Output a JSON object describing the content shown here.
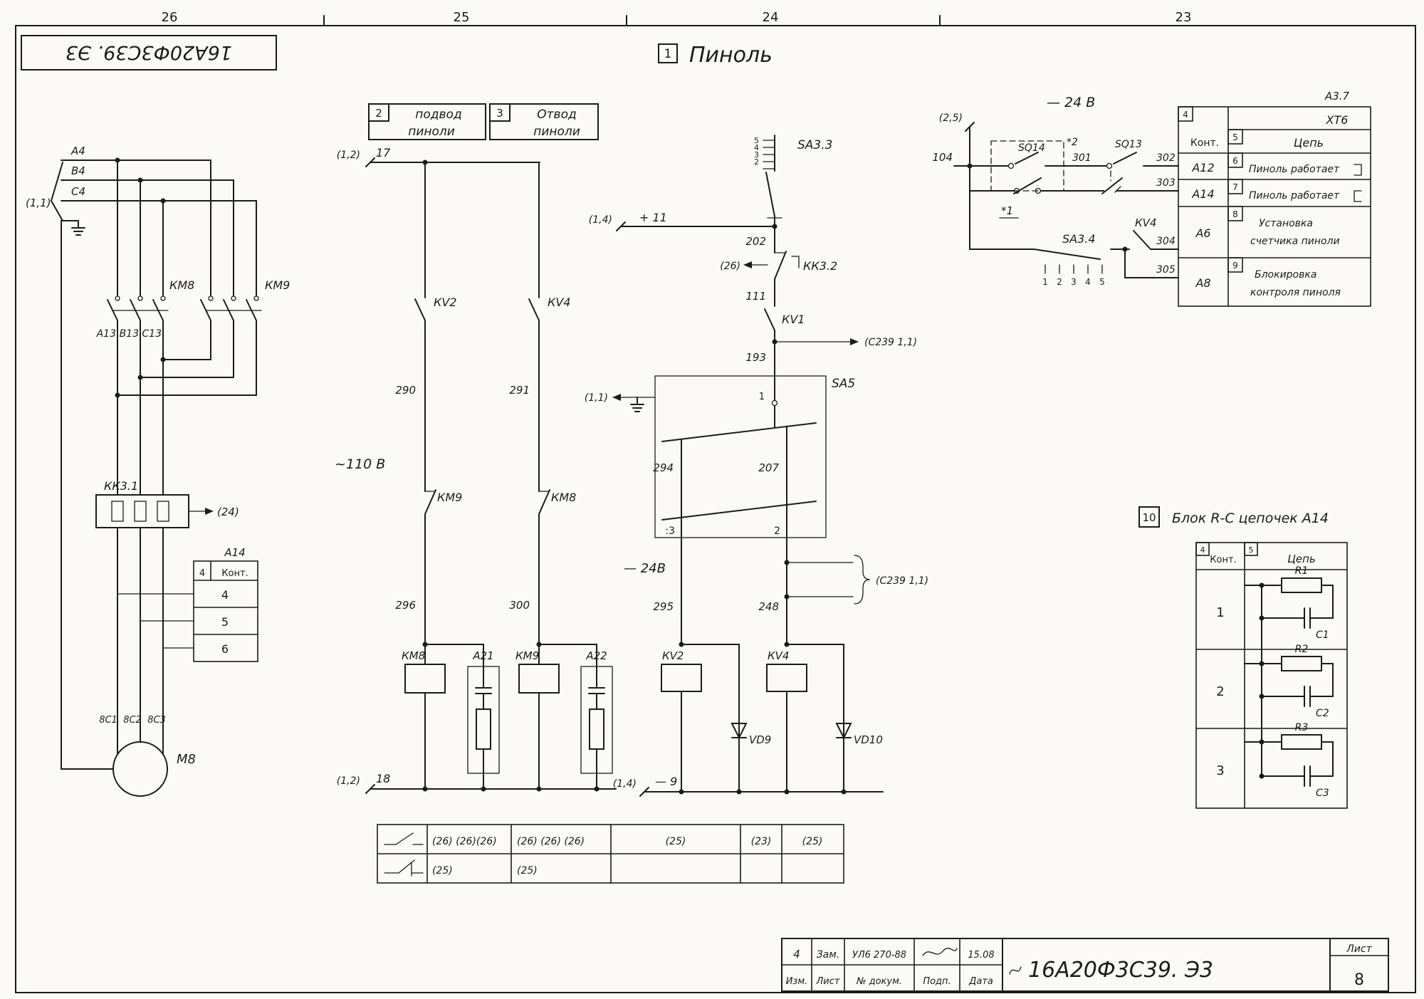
{
  "sheet": {
    "colors": {
      "paper": "#fbfaf6",
      "ink": "#1b1b1b"
    },
    "columns": {
      "c26": "26",
      "c25": "25",
      "c24": "24",
      "c23": "23"
    },
    "stamp_code": "16А20Ф3С39. Э3",
    "section_num": "1",
    "section_title": "Пиноль"
  },
  "left": {
    "ref_src": "(1,1)",
    "ph_a": "А4",
    "ph_b": "В4",
    "ph_c": "С4",
    "km8": "КМ8",
    "km9": "КМ9",
    "w_a13": "А13",
    "w_b13": "В13",
    "w_c13": "С13",
    "kk31": "КК3.1",
    "ref24": "(24)",
    "conn": {
      "name": "А14",
      "hdr_num": "4",
      "hdr": "Конт.",
      "p4": "4",
      "p5": "5",
      "p6": "6"
    },
    "t8c1": "8С1",
    "t8c2": "8С2",
    "t8c3": "8С3",
    "motor": "М8"
  },
  "middle": {
    "sec2": {
      "num": "2",
      "l1": "подвод",
      "l2": "пиноли"
    },
    "sec3": {
      "num": "3",
      "l1": "Отвод",
      "l2": "пиноли"
    },
    "ref_top": "(1,2)",
    "w17": "17",
    "kv2": "КV2",
    "kv4": "КV4",
    "w290": "290",
    "w291": "291",
    "volt": "~110 В",
    "km9_nc": "КМ9",
    "km8_nc": "КМ8",
    "w296": "296",
    "w300": "300",
    "coil_km8": "КМ8",
    "rc_a21": "А21",
    "coil_km9": "КМ9",
    "rc_a22": "А22",
    "ref_bot": "(1,2)",
    "w18": "18"
  },
  "center": {
    "sa33": "SA3.3",
    "pos": [
      "5",
      "4",
      "3",
      "2"
    ],
    "ref_in": "(1,4)",
    "w11": "+ 11",
    "w202": "202",
    "ref26": "(26)",
    "kk32": "КК3.2",
    "w111": "111",
    "kv1": "КV1",
    "w193": "193",
    "c239_top": "(С239  1,1)",
    "sa5": "SA5",
    "ref_gnd": "(1,1)",
    "t1": "1",
    "w294": "294",
    "w207": "207",
    "t3": ":3",
    "t2": "2",
    "v24": "— 24В",
    "c239_brace": "(С239  1,1)",
    "w295": "295",
    "w248": "248",
    "coil_kv2": "КV2",
    "coil_kv4": "КV4",
    "vd9": "VD9",
    "vd10": "VD10",
    "ref_out": "(1,4)",
    "w9": "— 9"
  },
  "tr": {
    "v24": "— 24 В",
    "ref25": "(2,5)",
    "w104": "104",
    "sq14": "SQ14",
    "star2": "*2",
    "w301": "301",
    "sq13": "SQ13",
    "w302": "302",
    "w303": "303",
    "star1": "*1",
    "sa34": "SA3.4",
    "pos1": "1",
    "pos2": "2",
    "pos3": "3",
    "pos4": "4",
    "pos5": "5",
    "kv4": "КV4",
    "w304": "304",
    "w305": "305",
    "a37": "А3.7",
    "xt6": {
      "name": "ХТ6",
      "hn4": "4",
      "hkont": "Конт.",
      "hn5": "5",
      "hcep": "Цепь",
      "r1": {
        "pin": "А12",
        "n": "6",
        "t": "Пиноль работает"
      },
      "r2": {
        "pin": "А14",
        "n": "7",
        "t": "Пиноль работает"
      },
      "r3": {
        "pin": "А6",
        "n": "8",
        "t1": "Установка",
        "t2": "счетчика пиноли"
      },
      "r4": {
        "pin": "А8",
        "n": "9",
        "t1": "Блокировка",
        "t2": "контроля пиноля"
      }
    }
  },
  "rc": {
    "num": "10",
    "title": "Блок R-C цепочек А14",
    "hn4": "4",
    "hkont": "Конт.",
    "hn5": "5",
    "hcep": "Цепь",
    "p1": "1",
    "p2": "2",
    "p3": "3",
    "r1": "R1",
    "c1": "С1",
    "r2": "R2",
    "c2": "С2",
    "r3": "R3",
    "c3": "С3"
  },
  "marks": {
    "r1c1": "(26) (26)(26)",
    "r1c2": "(26) (26) (26)",
    "r1c3": "(25)",
    "r1c4": "(23)",
    "r1c5": "(25)",
    "r2c1": "(25)",
    "r2c2": "(25)"
  },
  "tb": {
    "rev_n": "4",
    "rev_t": "Зам.",
    "rev_doc": "УЛ6 270-88",
    "rev_date": "15.08",
    "h1": "Изм.",
    "h2": "Лист",
    "h3": "№ докум.",
    "h4": "Подп.",
    "h5": "Дата",
    "code": "16А20Ф3С39. Э3",
    "sheet_lbl": "Лист",
    "sheet_n": "8"
  }
}
